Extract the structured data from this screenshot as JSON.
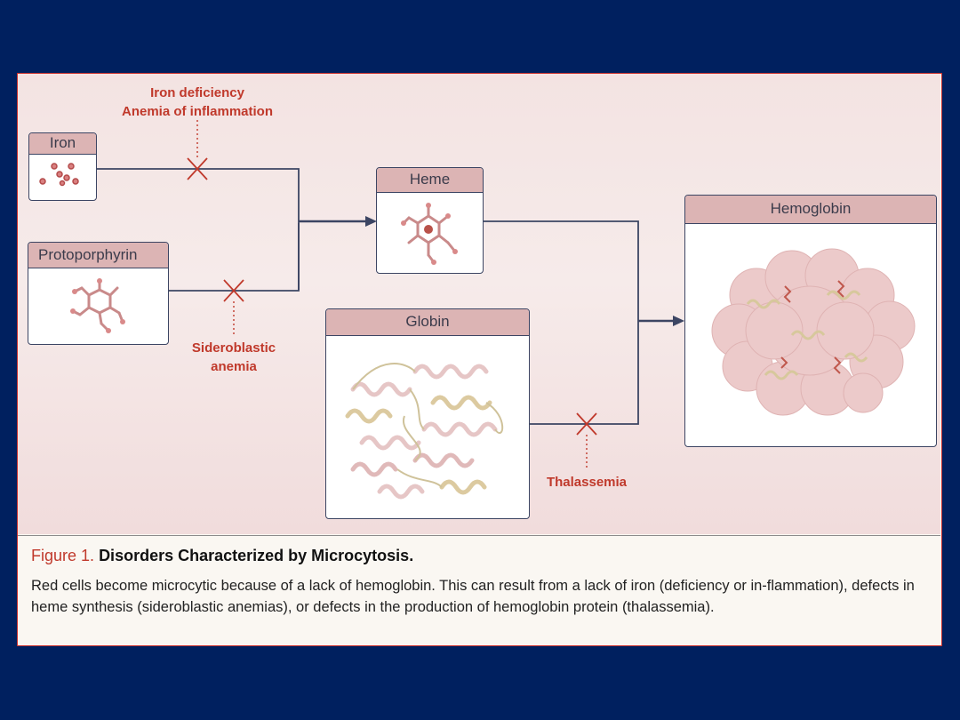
{
  "diagram": {
    "nodes": {
      "iron": "Iron",
      "protoporphyrin": "Protoporphyrin",
      "heme": "Heme",
      "globin": "Globin",
      "hemoglobin": "Hemoglobin"
    },
    "disorders": {
      "iron_line1": "Iron deficiency",
      "iron_line2": "Anemia of inflammation",
      "sidero_line1": "Sideroblastic",
      "sidero_line2": "anemia",
      "thalassemia": "Thalassemia"
    },
    "colors": {
      "background": "#00205f",
      "accent_red": "#c0392b",
      "header_pink": "#dcb4b4",
      "line_navy": "#3c4563"
    }
  },
  "caption": {
    "figure_label": "Figure 1.",
    "title": "Disorders Characterized by Microcytosis.",
    "body": "Red cells become microcytic because of a lack of hemoglobin. This can result from a lack of iron (deficiency or in-flammation), defects in heme synthesis (sideroblastic anemias), or defects in the production of hemoglobin protein (thalassemia)."
  }
}
